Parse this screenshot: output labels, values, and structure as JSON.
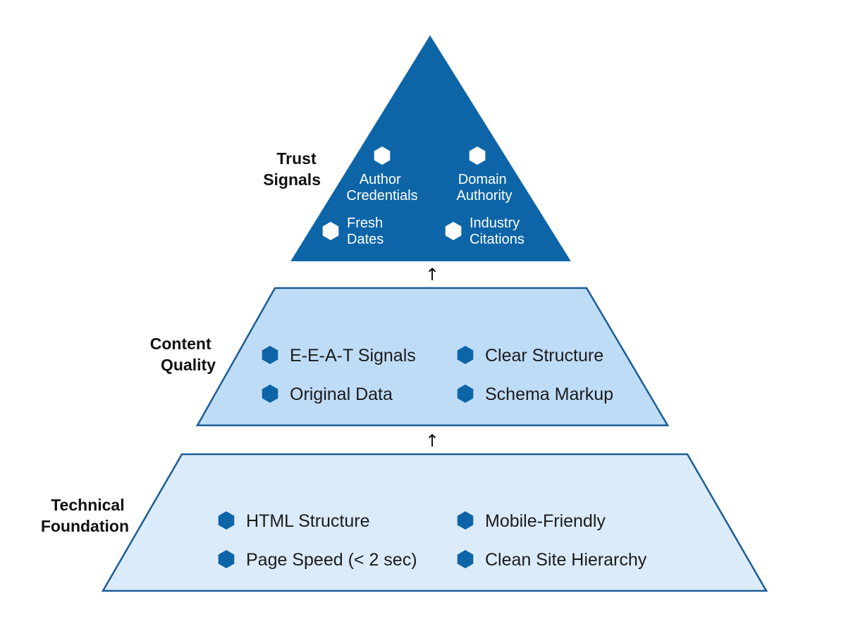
{
  "colors": {
    "trust_fill": "#0d65a8",
    "tier_fill_light": "#bfdcf7",
    "tier_fill_lighter": "#dcebfa",
    "stroke": "#1a5d96",
    "bullet_light": "#0d65a8",
    "bullet_dark": "#ffffff"
  },
  "connector_glyph": "↑",
  "tiers": {
    "trust": {
      "label_lines": [
        "Trust",
        "Signals"
      ],
      "items": [
        {
          "lines": [
            "Author",
            "Credentials"
          ]
        },
        {
          "lines": [
            "Domain",
            "Authority"
          ]
        },
        {
          "lines": [
            "Fresh",
            "Dates"
          ]
        },
        {
          "lines": [
            "Industry",
            "Citations"
          ]
        }
      ]
    },
    "content": {
      "label_lines": [
        "Content",
        "Quality"
      ],
      "items": [
        {
          "text": "E-E-A-T Signals"
        },
        {
          "text": "Clear Structure"
        },
        {
          "text": "Original Data"
        },
        {
          "text": "Schema Markup"
        }
      ]
    },
    "technical": {
      "label_lines": [
        "Technical",
        "Foundation"
      ],
      "items": [
        {
          "text": "HTML Structure"
        },
        {
          "text": "Mobile-Friendly"
        },
        {
          "text": "Page Speed (< 2 sec)"
        },
        {
          "text": "Clean Site Hierarchy"
        }
      ]
    }
  }
}
